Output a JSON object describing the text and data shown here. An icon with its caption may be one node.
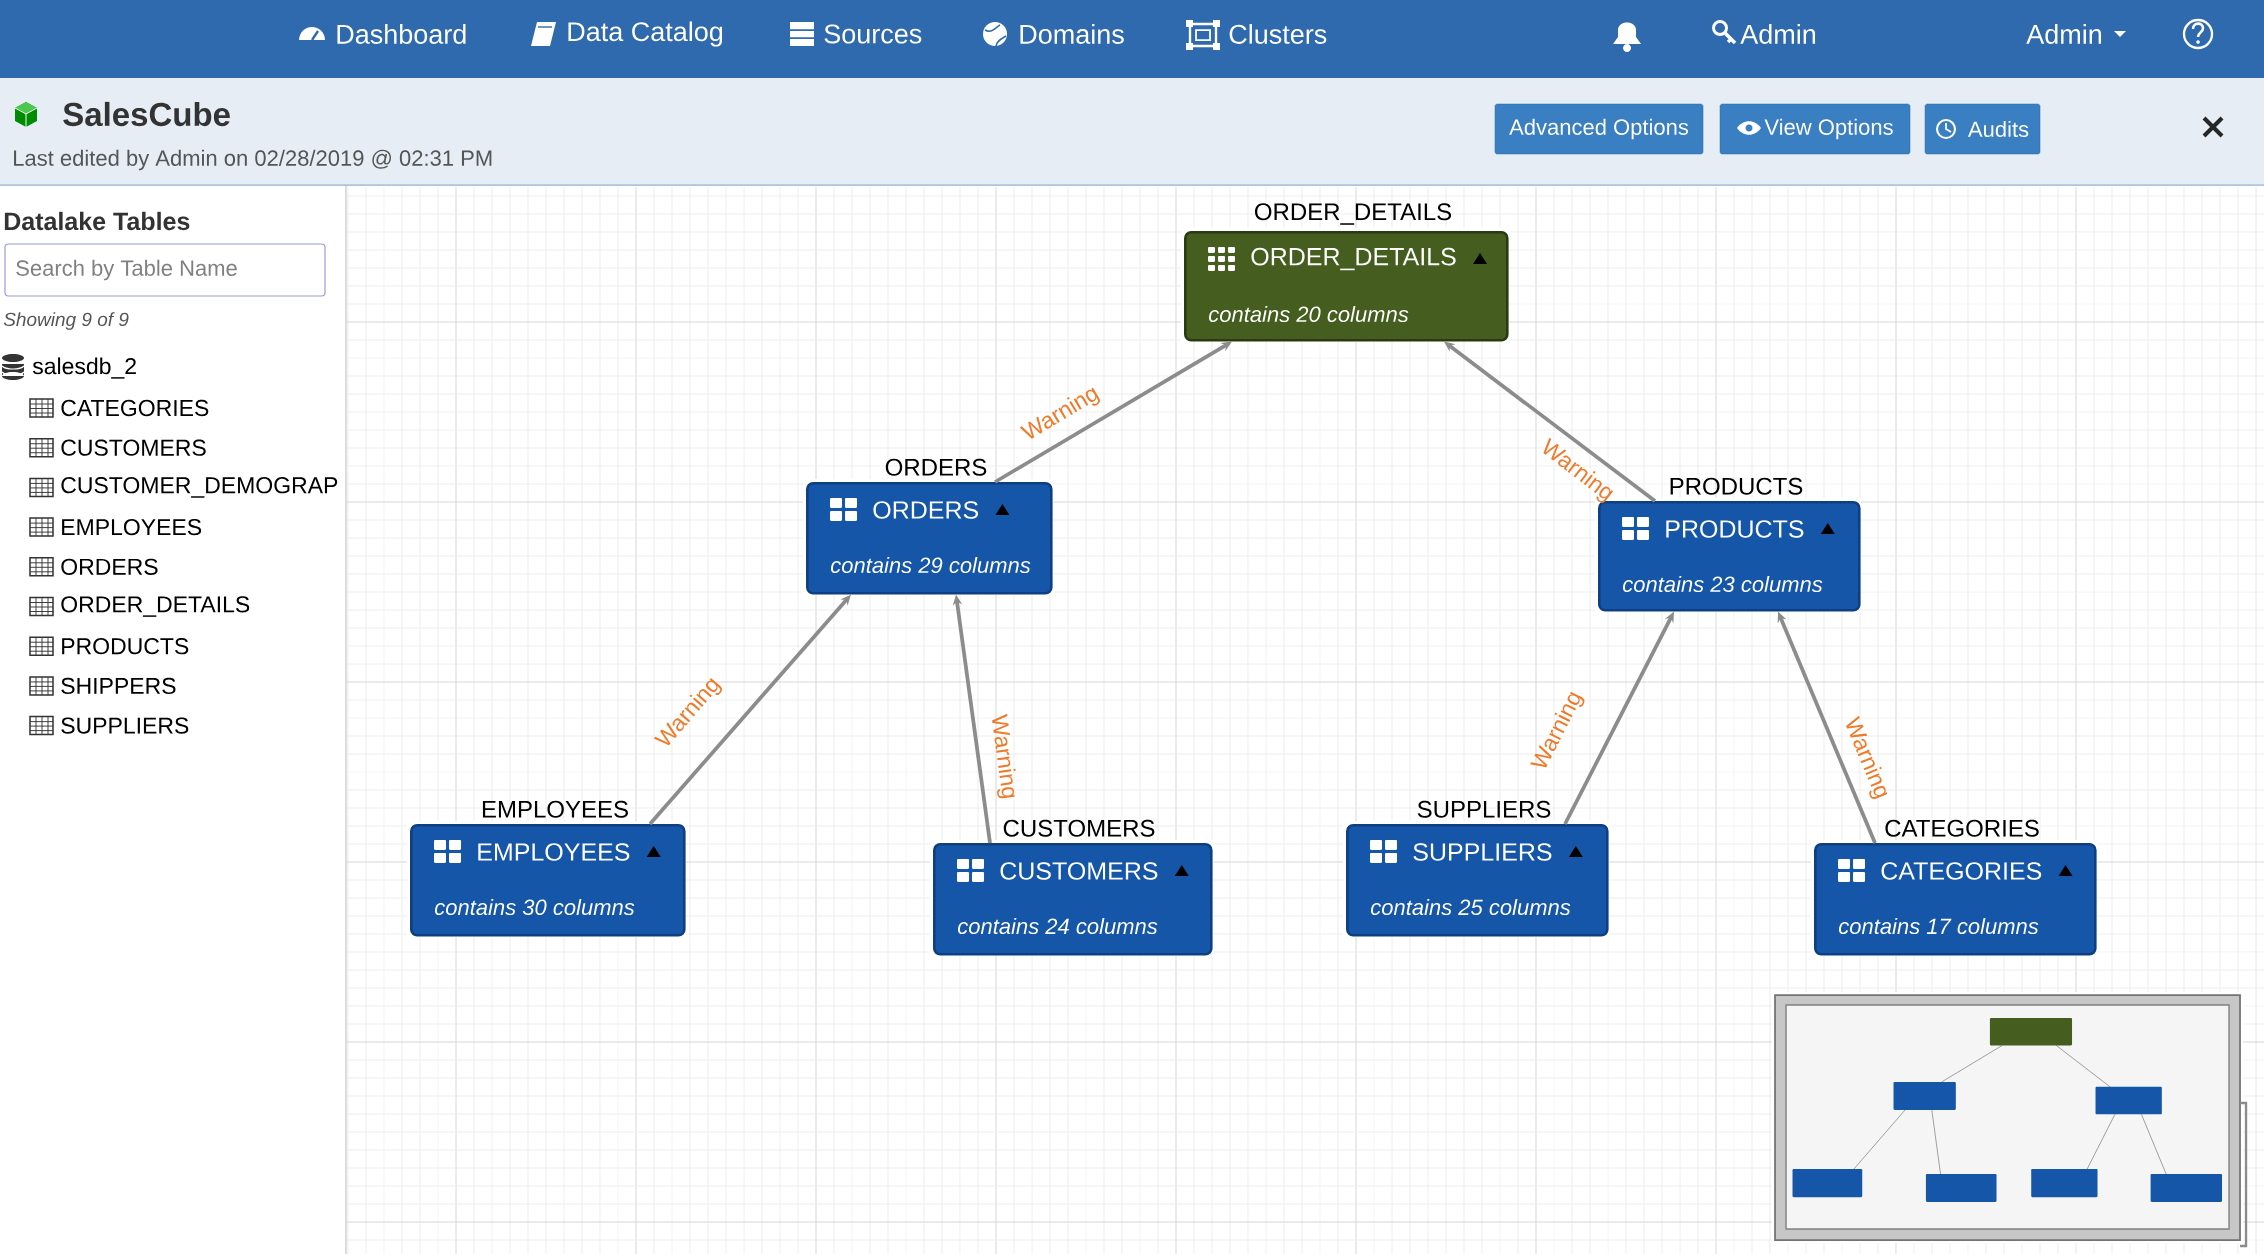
{
  "diagram": {
    "nodes": [
      {
        "text": [
          "ORDER_DETAILS",
          "ORDER_DETAILS",
          "contains 20 columns"
        ]
      },
      {
        "text": [
          "ORDERS",
          "ORDERS",
          "contains 29 columns"
        ]
      },
      {
        "text": [
          "PRODUCTS",
          "PRODUCTS",
          "contains 23 columns"
        ]
      },
      {
        "text": [
          "EMPLOYEES",
          "EMPLOYEES",
          "contains 30 columns"
        ]
      },
      {
        "text": [
          "CUSTOMERS",
          "CUSTOMERS",
          "contains 24 columns"
        ]
      },
      {
        "text": [
          "SUPPLIERS",
          "SUPPLIERS",
          "contains 25 columns"
        ]
      },
      {
        "text": [
          "CATEGORIES",
          "CATEGORIES",
          "contains 17 columns"
        ]
      }
    ],
    "edges": [
      {
        "from": 1,
        "to": 0,
        "arrow": "to",
        "label": "Warning"
      },
      {
        "from": 2,
        "to": 0,
        "arrow": "to",
        "label": "Warning"
      },
      {
        "from": 3,
        "to": 1,
        "arrow": "to",
        "label": "Warning"
      },
      {
        "from": 4,
        "to": 1,
        "arrow": "to",
        "label": "Warning"
      },
      {
        "from": 5,
        "to": 2,
        "arrow": "to",
        "label": "Warning"
      },
      {
        "from": 6,
        "to": 2,
        "arrow": "to",
        "label": "Warning"
      }
    ],
    "labels": [
      "Dashboard",
      "Data Catalog",
      "Sources",
      "Domains",
      "Clusters",
      "Admin",
      "Admin",
      "SalesCube",
      "Last edited by Admin on 02/28/2019 @ 02:31 PM",
      "Advanced Options",
      "View Options",
      "Audits",
      "Datalake Tables",
      "Search by Table Name",
      "Showing 9 of 9",
      "salesdb_2",
      "CATEGORIES",
      "CUSTOMERS",
      "CUSTOMER_DEMOGRAP",
      "EMPLOYEES",
      "ORDERS",
      "ORDER_DETAILS",
      "PRODUCTS",
      "SHIPPERS",
      "SUPPLIERS"
    ]
  }
}
